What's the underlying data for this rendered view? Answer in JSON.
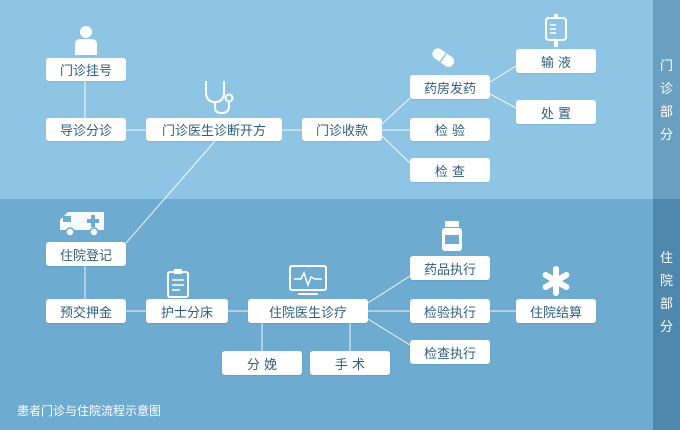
{
  "sections": {
    "outpatient": [
      "门",
      "诊",
      "部",
      "分"
    ],
    "inpatient": [
      "住",
      "院",
      "部",
      "分"
    ]
  },
  "nodes": {
    "outpatient_register": "门诊挂号",
    "triage": "导诊分诊",
    "outpatient_doctor": "门诊医生诊断开方",
    "outpatient_payment": "门诊收款",
    "pharmacy": "药房发药",
    "lab_test": "检 验",
    "exam": "检 查",
    "infusion": "输 液",
    "treatment": "处 置",
    "admission": "住院登记",
    "deposit": "预交押金",
    "nurse_bed": "护士分床",
    "inpatient_doctor": "住院医生诊疗",
    "delivery": "分 娩",
    "surgery": "手 术",
    "drug_exec": "药品执行",
    "lab_exec": "检验执行",
    "exam_exec": "检查执行",
    "settlement": "住院结算"
  },
  "caption": "患者门诊与住院流程示意图",
  "colors": {
    "band_top": "#8fc5e4",
    "band_bottom": "#6eabd0",
    "node_text": "#2f5f80",
    "connector": "#ffffff"
  },
  "icons": [
    "person-icon",
    "stethoscope-icon",
    "pill-icon",
    "iv-bag-icon",
    "ambulance-icon",
    "clipboard-icon",
    "monitor-icon",
    "medicine-bottle-icon",
    "asterisk-icon"
  ]
}
